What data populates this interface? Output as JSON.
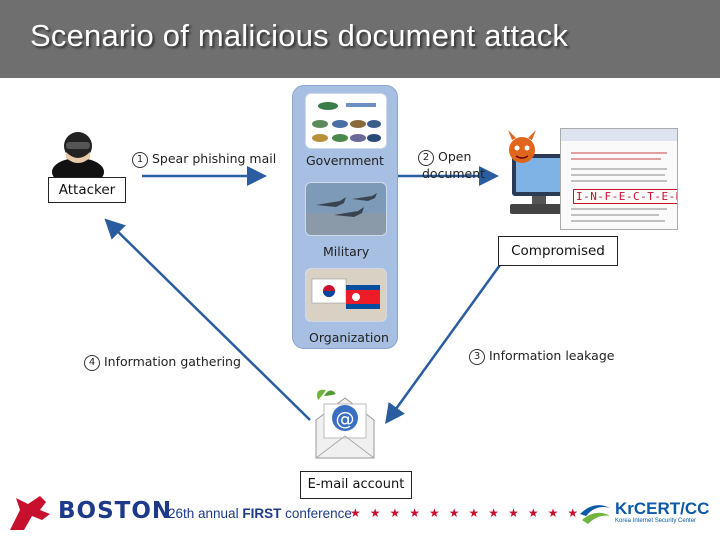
{
  "title": "Scenario of  malicious document attack",
  "nodes": {
    "attacker": "Attacker",
    "government": "Government",
    "military": "Military",
    "organization": "Organization",
    "email": "E-mail account",
    "compromised": "Compromised"
  },
  "steps": {
    "s1": {
      "num": "1",
      "label": "Spear phishing mail"
    },
    "s2": {
      "num": "2",
      "label_line1": "Open",
      "label_line2": "document"
    },
    "s3": {
      "num": "3",
      "label": "Information leakage"
    },
    "s4": {
      "num": "4",
      "label": "Information gathering"
    }
  },
  "document": {
    "infected": "I-N-F-E-C-T-E-D"
  },
  "footer": {
    "event": "BOSTON",
    "conference_pre": "26th annual",
    "conference_bold": "FIRST",
    "conference_post": "conference",
    "org": "KrCERT/CC",
    "org_sub": "Korea Internet Security Center"
  },
  "colors": {
    "arrow": "#2a5d9f",
    "title_bg": "#6f6f6f",
    "column_bg": "#a7bfe2",
    "accent_red": "#c8102e"
  }
}
